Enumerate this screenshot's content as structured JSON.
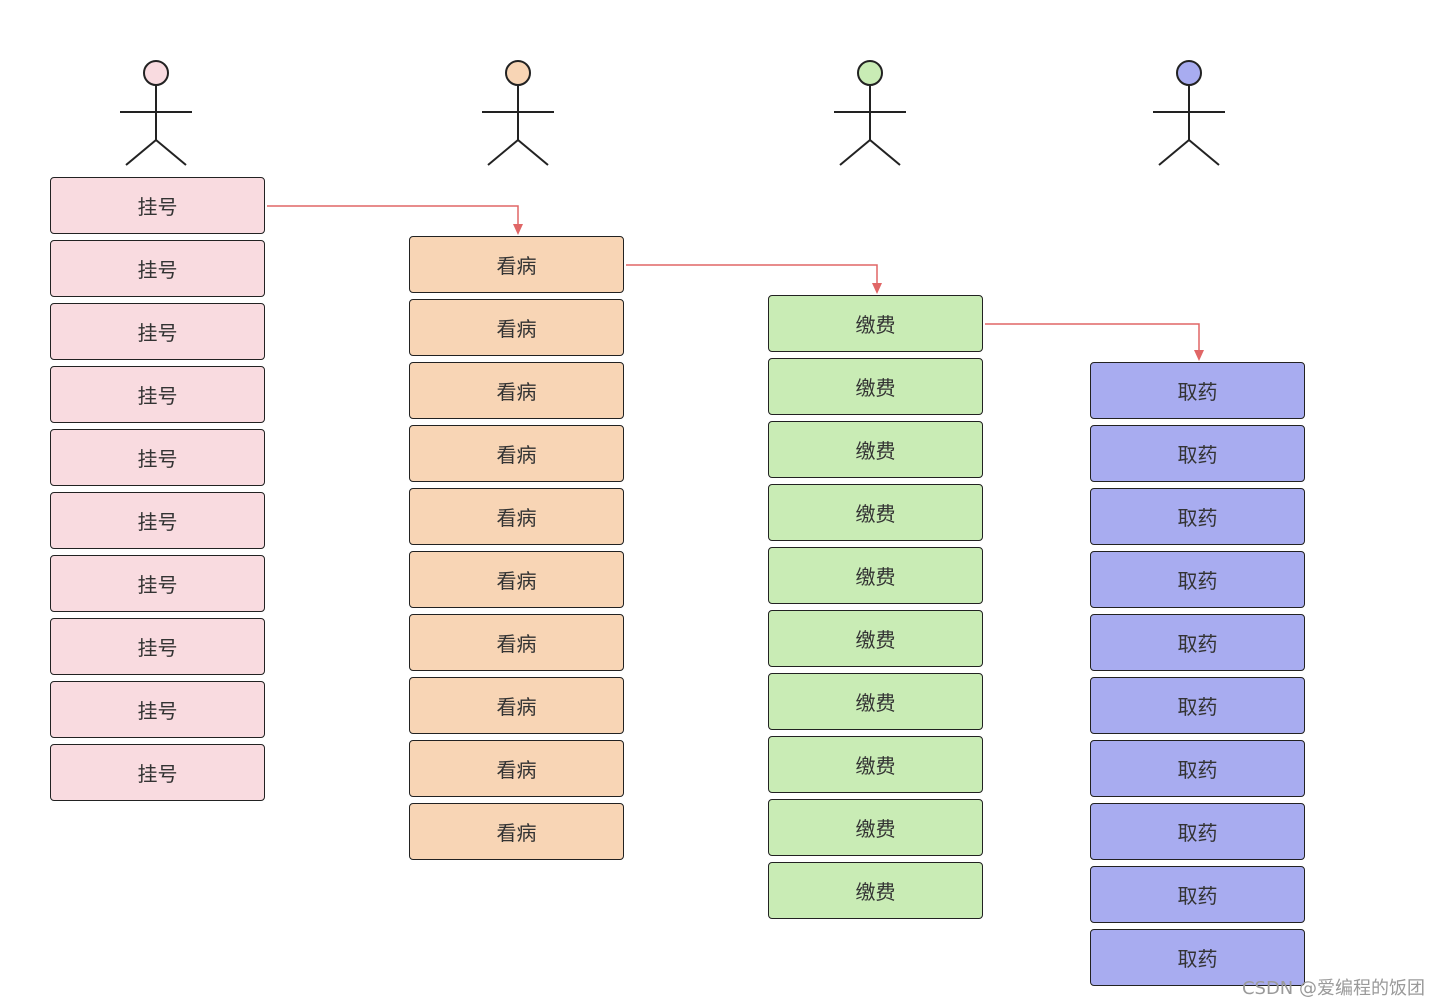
{
  "diagram": {
    "lanes": [
      {
        "id": "register",
        "label": "挂号",
        "count": 10,
        "color": "#f9dbe0",
        "head_color": "#f9dbe0"
      },
      {
        "id": "consult",
        "label": "看病",
        "count": 10,
        "color": "#f8d5b5",
        "head_color": "#f8d5b5"
      },
      {
        "id": "payment",
        "label": "缴费",
        "count": 10,
        "color": "#c9ecb5",
        "head_color": "#c9ecb5"
      },
      {
        "id": "pharmacy",
        "label": "取药",
        "count": 10,
        "color": "#a8acf0",
        "head_color": "#a8acf0"
      }
    ],
    "arrow_color": "#e06666",
    "border_color": "#222222"
  },
  "watermark": "CSDN @爱编程的饭团"
}
